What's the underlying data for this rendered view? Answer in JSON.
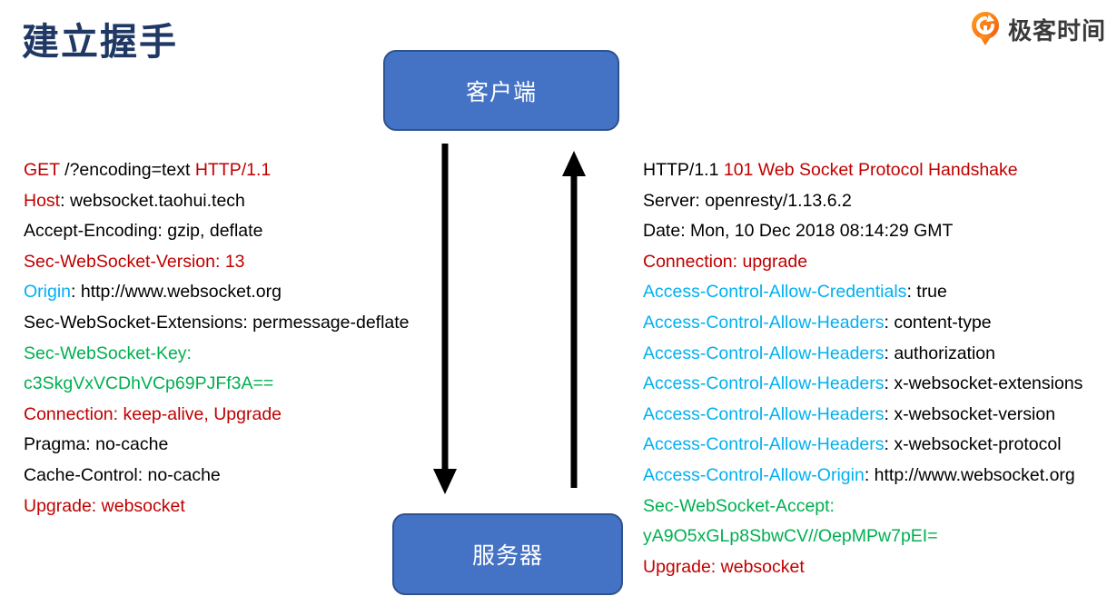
{
  "title": "建立握手",
  "logo": {
    "brand": "极客时间"
  },
  "diagram": {
    "client_label": "客户端",
    "server_label": "服务器"
  },
  "colors": {
    "title_navy": "#1F3864",
    "box_fill": "#4472C4",
    "box_border": "#2F528F",
    "arrow_black": "#000000",
    "logo_orange": "#F96C0C",
    "red": "#C00000",
    "green": "#00B050",
    "blue": "#00B0F0",
    "black": "#000000"
  },
  "request": {
    "lines": [
      [
        {
          "t": "GET",
          "c": "red"
        },
        {
          "t": " /?encoding=text ",
          "c": "black"
        },
        {
          "t": "HTTP/1.1",
          "c": "red"
        }
      ],
      [
        {
          "t": "Host",
          "c": "red"
        },
        {
          "t": ": websocket.taohui.tech",
          "c": "black"
        }
      ],
      [
        {
          "t": "Accept-Encoding: gzip, deflate",
          "c": "black"
        }
      ],
      [
        {
          "t": "Sec-WebSocket-Version: 13",
          "c": "red"
        }
      ],
      [
        {
          "t": "Origin",
          "c": "blue"
        },
        {
          "t": ": http://www.websocket.org",
          "c": "black"
        }
      ],
      [
        {
          "t": "Sec-WebSocket-Extensions: permessage-deflate",
          "c": "black"
        }
      ],
      [
        {
          "t": "Sec-WebSocket-Key:",
          "c": "green"
        }
      ],
      [
        {
          "t": "c3SkgVxVCDhVCp69PJFf3A==",
          "c": "green"
        }
      ],
      [
        {
          "t": "Connection: keep-alive, Upgrade",
          "c": "red"
        }
      ],
      [
        {
          "t": "Pragma: no-cache",
          "c": "black"
        }
      ],
      [
        {
          "t": "Cache-Control: no-cache",
          "c": "black"
        }
      ],
      [
        {
          "t": "Upgrade: websocket",
          "c": "red"
        }
      ]
    ]
  },
  "response": {
    "lines": [
      [
        {
          "t": "HTTP/1.1 ",
          "c": "black"
        },
        {
          "t": "101 Web Socket Protocol Handshake",
          "c": "red"
        }
      ],
      [
        {
          "t": "Server: openresty/1.13.6.2",
          "c": "black"
        }
      ],
      [
        {
          "t": "Date: Mon, 10 Dec 2018 08:14:29 GMT",
          "c": "black"
        }
      ],
      [
        {
          "t": "Connection: upgrade",
          "c": "red"
        }
      ],
      [
        {
          "t": "Access-Control-Allow-Credentials",
          "c": "blue"
        },
        {
          "t": ": true",
          "c": "black"
        }
      ],
      [
        {
          "t": "Access-Control-Allow-Headers",
          "c": "blue"
        },
        {
          "t": ": content-type",
          "c": "black"
        }
      ],
      [
        {
          "t": "Access-Control-Allow-Headers",
          "c": "blue"
        },
        {
          "t": ": authorization",
          "c": "black"
        }
      ],
      [
        {
          "t": "Access-Control-Allow-Headers",
          "c": "blue"
        },
        {
          "t": ": x-websocket-extensions",
          "c": "black"
        }
      ],
      [
        {
          "t": "Access-Control-Allow-Headers",
          "c": "blue"
        },
        {
          "t": ": x-websocket-version",
          "c": "black"
        }
      ],
      [
        {
          "t": "Access-Control-Allow-Headers",
          "c": "blue"
        },
        {
          "t": ": x-websocket-protocol",
          "c": "black"
        }
      ],
      [
        {
          "t": "Access-Control-Allow-Origin",
          "c": "blue"
        },
        {
          "t": ": http://www.websocket.org",
          "c": "black"
        }
      ],
      [
        {
          "t": "Sec-WebSocket-Accept:",
          "c": "green"
        }
      ],
      [
        {
          "t": "yA9O5xGLp8SbwCV//OepMPw7pEI=",
          "c": "green"
        }
      ],
      [
        {
          "t": "Upgrade: websocket",
          "c": "red"
        }
      ]
    ]
  }
}
